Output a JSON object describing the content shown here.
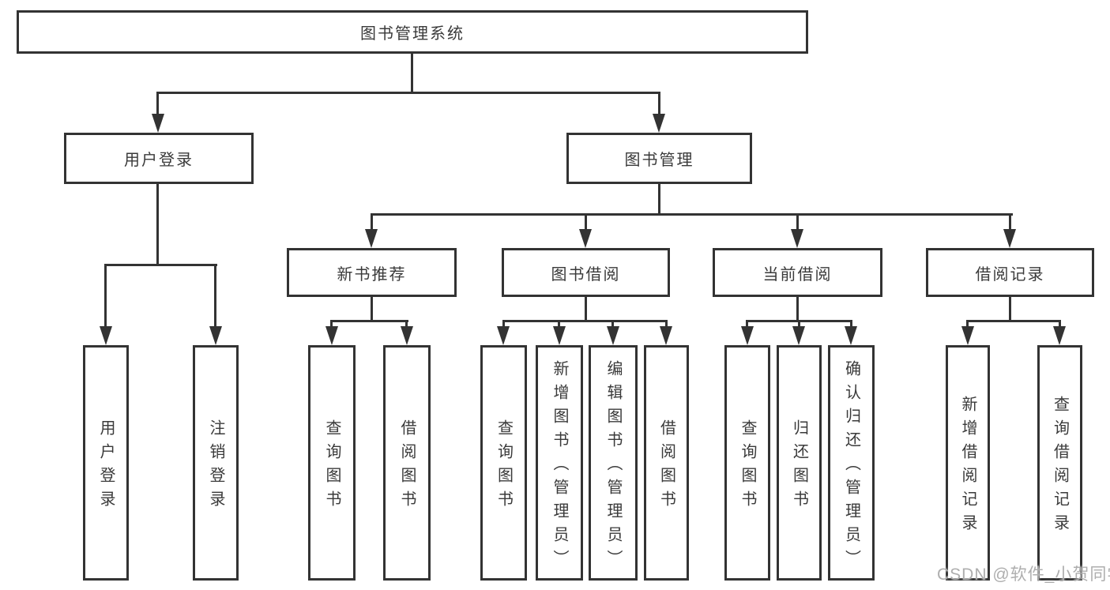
{
  "hierarchy": {
    "root": {
      "label": "图书管理系统"
    },
    "level2": [
      {
        "label": "用户登录",
        "children": [
          {
            "label": "用户登录"
          },
          {
            "label": "注销登录"
          }
        ]
      },
      {
        "label": "图书管理",
        "children": [
          {
            "label": "新书推荐",
            "children": [
              {
                "label": "查询图书"
              },
              {
                "label": "借阅图书"
              }
            ]
          },
          {
            "label": "图书借阅",
            "children": [
              {
                "label": "查询图书"
              },
              {
                "label": "新增图书（管理员）"
              },
              {
                "label": "编辑图书（管理员）"
              },
              {
                "label": "借阅图书"
              }
            ]
          },
          {
            "label": "当前借阅",
            "children": [
              {
                "label": "查询图书"
              },
              {
                "label": "归还图书"
              },
              {
                "label": "确认归还（管理员）"
              }
            ]
          },
          {
            "label": "借阅记录",
            "children": [
              {
                "label": "新增借阅记录"
              },
              {
                "label": "查询借阅记录"
              }
            ]
          }
        ]
      }
    ]
  },
  "watermark": {
    "text": "CSDN @软件_小贺同学"
  },
  "colors": {
    "line": "#333333",
    "text": "#3a3a3a",
    "box_background": "#ffffff",
    "watermark": "#aeaeae"
  }
}
